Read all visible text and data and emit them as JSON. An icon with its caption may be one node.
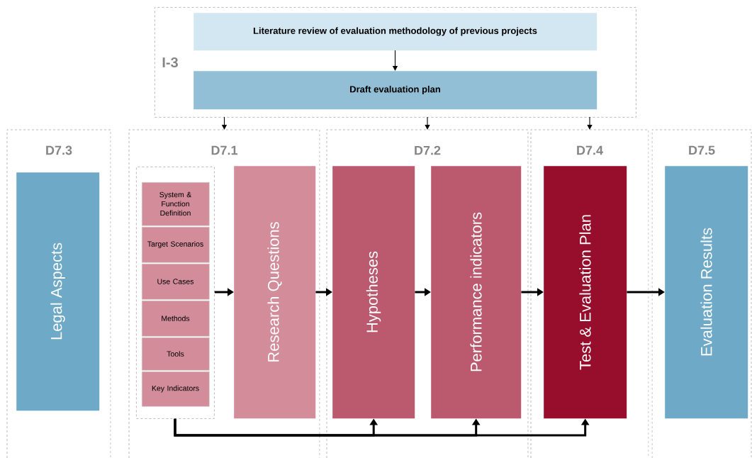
{
  "diagram": {
    "nodes": [
      {
        "text": [
          "I-3"
        ]
      },
      {
        "text": [
          "Literature review of evaluation methodology of previous projects"
        ],
        "in": 0
      },
      {
        "text": [
          "Draft evaluation plan"
        ],
        "in": 0
      },
      {
        "text": [
          "D7.3"
        ]
      },
      {
        "text": [
          "Legal Aspects"
        ],
        "in": 3
      },
      {
        "text": [
          "D7.1"
        ]
      },
      {
        "text": [],
        "shape": "box",
        "in": 5
      },
      {
        "text": [
          "System & Function Definition"
        ],
        "in": 6
      },
      {
        "text": [
          "Target Scenarios"
        ],
        "in": 6
      },
      {
        "text": [
          "Use Cases"
        ],
        "in": 6
      },
      {
        "text": [
          "Methods"
        ],
        "in": 6
      },
      {
        "text": [
          "Tools"
        ],
        "in": 6
      },
      {
        "text": [
          "Key Indicators"
        ],
        "in": 6
      },
      {
        "text": [
          "Research Questions"
        ],
        "in": 5
      },
      {
        "text": [
          "D7.2"
        ]
      },
      {
        "text": [
          "Hypotheses"
        ],
        "in": 14
      },
      {
        "text": [
          "Performance indicators"
        ],
        "in": 14
      },
      {
        "text": [
          "D7.4"
        ]
      },
      {
        "text": [
          "Test & Evaluation Plan"
        ],
        "in": 17
      },
      {
        "text": [
          "D7.5"
        ]
      },
      {
        "text": [
          "Evaluation Results"
        ],
        "in": 19
      }
    ],
    "edges": [
      {
        "from": 1,
        "to": 2,
        "arrow": "to"
      },
      {
        "from": 0,
        "to": 5,
        "arrow": "to"
      },
      {
        "from": 0,
        "to": 14,
        "arrow": "to"
      },
      {
        "from": 0,
        "to": 17,
        "arrow": "to"
      },
      {
        "from": 6,
        "to": 13,
        "arrow": "to"
      },
      {
        "from": 13,
        "to": 15,
        "arrow": "to"
      },
      {
        "from": 15,
        "to": 16,
        "arrow": "to"
      },
      {
        "from": 16,
        "to": 18,
        "arrow": "to"
      },
      {
        "from": 18,
        "to": 20,
        "arrow": "to"
      },
      {
        "from": 6,
        "to": 15,
        "arrow": "to"
      },
      {
        "from": 6,
        "to": 16,
        "arrow": "to"
      },
      {
        "from": 6,
        "to": 18,
        "arrow": "to"
      }
    ]
  }
}
